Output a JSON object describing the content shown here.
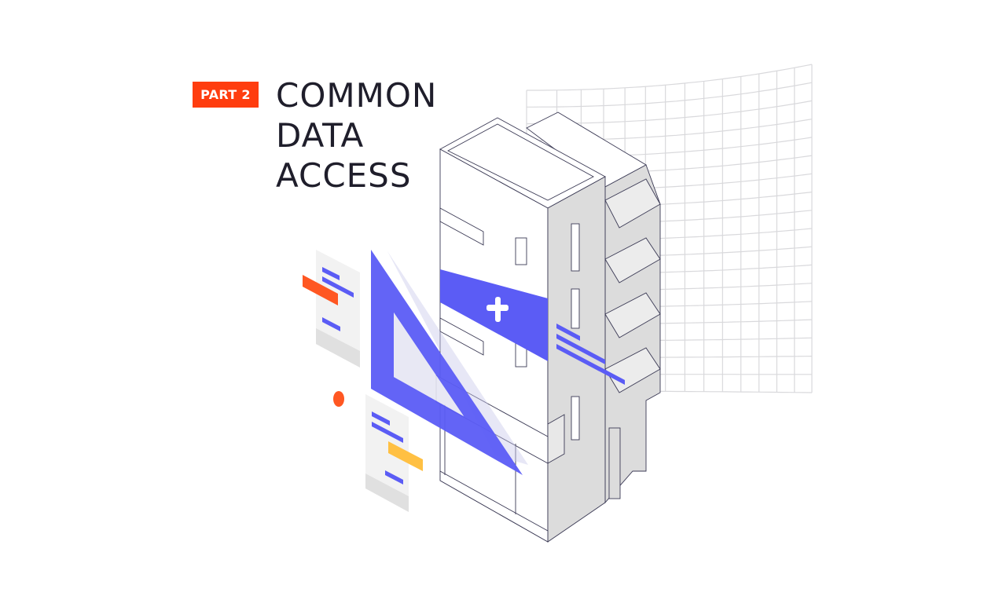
{
  "badge": {
    "label": "PART 2"
  },
  "title": {
    "lines": [
      "COMMON",
      "DATA",
      "ACCESS"
    ]
  },
  "colors": {
    "accent_orange": "#ff3d0f",
    "accent_blue": "#5b5cf5",
    "accent_yellow": "#ffc043",
    "ink": "#1f1e2b",
    "grid": "#d9d9dc"
  }
}
